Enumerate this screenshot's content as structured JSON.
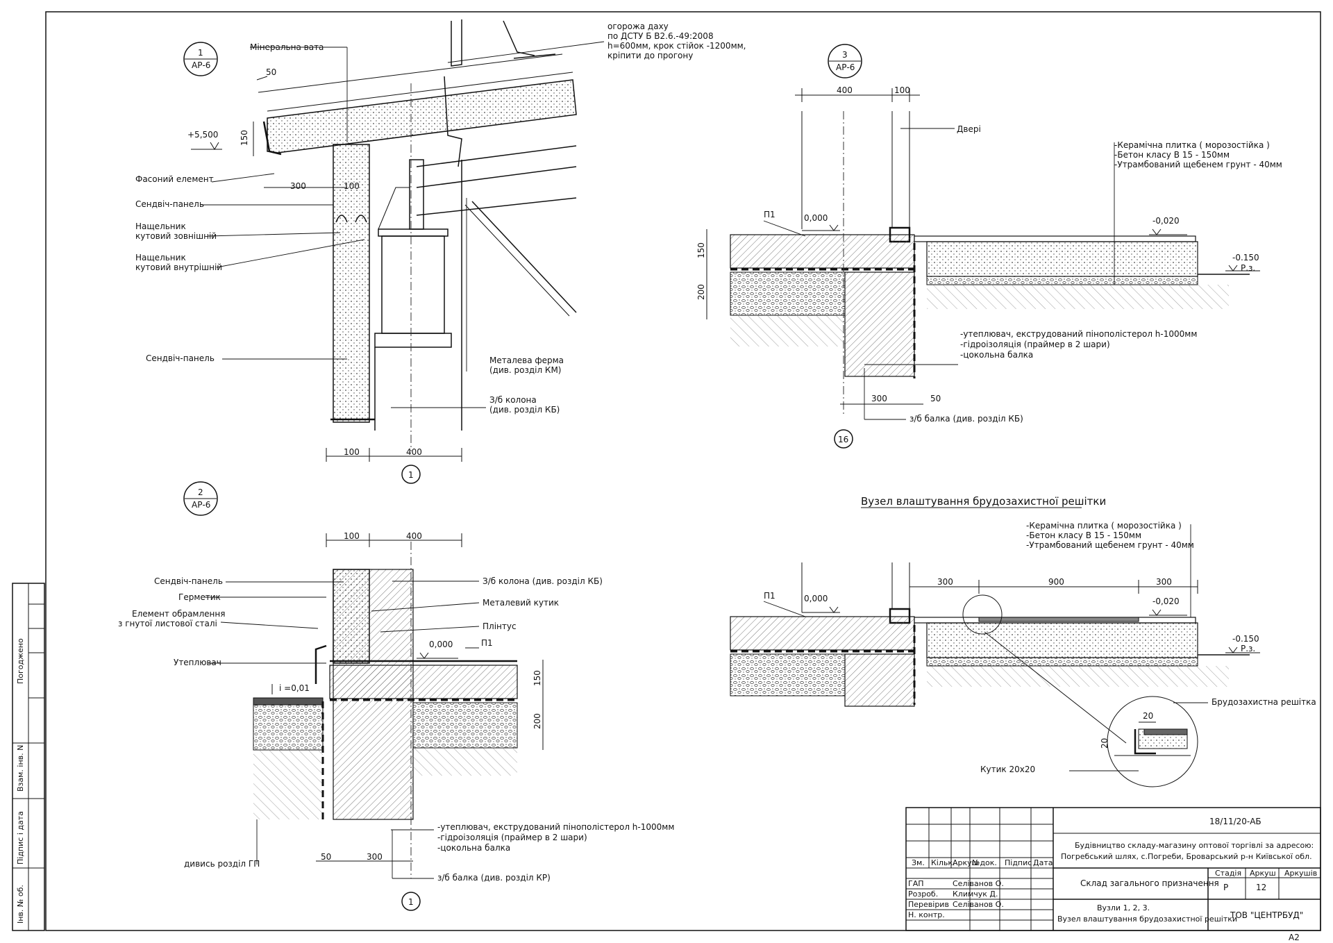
{
  "sheet_format": "A2",
  "side_stamps": [
    "Погоджено",
    "Взам. інв. N",
    "Підпис і дата",
    "Інв. № об."
  ],
  "node1": {
    "badge": {
      "num": "1",
      "sheet": "АР-6"
    },
    "axis": "1",
    "level": "+5,500",
    "dims": {
      "d50": "50",
      "d150": "150",
      "d300": "300",
      "d100": "100",
      "d100b": "100",
      "d400": "400"
    },
    "notes": {
      "mineral_wool": "Мінеральна вата",
      "roof_fence_1": "огорожа даху",
      "roof_fence_2": "по ДСТУ Б В2.6.-49:2008",
      "roof_fence_3": "h=600мм, крок стійок -1200мм,",
      "roof_fence_4": "кріпити до прогону",
      "shaped_elem": "Фасоний елемент",
      "sandwich_top": "Сендвіч-панель",
      "trim_out_1": "Нащельник",
      "trim_out_2": "кутовий зовнішній",
      "trim_in_1": "Нащельник",
      "trim_in_2": "кутовий внутрішній",
      "sandwich_wall": "Сендвіч-панель",
      "truss_1": "Металева ферма",
      "truss_2": "(див. розділ КМ)",
      "column_1": "З/б колона",
      "column_2": "(див. розділ КБ)"
    }
  },
  "node2": {
    "badge": {
      "num": "2",
      "sheet": "АР-6"
    },
    "axis": "1",
    "level": "0,000",
    "slope": "i =0,01",
    "dims": {
      "d100": "100",
      "d400": "400",
      "d150": "150",
      "d200": "200",
      "d50": "50",
      "d300": "300"
    },
    "notes": {
      "sandwich": "Сендвіч-панель",
      "sealant": "Герметик",
      "frame_1": "Елемент обрамлення",
      "frame_2": "з гнутої листової сталі",
      "insulation": "Утеплювач",
      "column": "З/б колона (див. розділ КБ)",
      "corner": "Металевий кутик",
      "plinth": "Плінтус",
      "p1": "П1",
      "layer1": "-утеплювач, екструдований пінополістерол  h-1000мм",
      "layer2": "-гідроізоляція (праймер в 2 шари)",
      "layer3": "-цокольна балка",
      "see_gp": "дивись розділ ГП",
      "beam": "з/б балка (див. розділ КР)"
    }
  },
  "node3": {
    "badge": {
      "num": "3",
      "sheet": "АР-6"
    },
    "axis": "16",
    "levels": {
      "zero": "0,000",
      "m020": "-0,020",
      "m150": "-0.150",
      "rz": "Р.з."
    },
    "dims": {
      "d400": "400",
      "d100": "100",
      "d150": "150",
      "d200": "200",
      "d300": "300",
      "d50": "50"
    },
    "notes": {
      "door": "Двері",
      "p1": "П1",
      "spec1": "-Керамічна плитка ( морозостійка )",
      "spec2": "-Бетон класу В 15 - 150мм",
      "spec3": "-Утрамбований щебенем грунт - 40мм",
      "layer1": "-утеплювач, екструдований пінополістерол  h-1000мм",
      "layer2": "-гідроізоляція (праймер в 2 шари)",
      "layer3": "-цокольна балка",
      "beam": "з/б балка (див. розділ КБ)"
    }
  },
  "node4": {
    "title": "Вузел влаштування брудозахистної решітки",
    "levels": {
      "zero": "0,000",
      "m020": "-0,020",
      "m150": "-0.150",
      "rz": "Р.з."
    },
    "dims": {
      "d300a": "300",
      "d900": "900",
      "d300b": "300",
      "d20a": "20",
      "d20b": "20"
    },
    "notes": {
      "p1": "П1",
      "spec1": "-Керамічна плитка ( морозостійка )",
      "spec2": "-Бетон класу В 15 - 150мм",
      "spec3": "-Утрамбований щебенем грунт - 40мм",
      "grate": "Брудозахистна решітка",
      "corner": "Кутик 20х20"
    }
  },
  "title_block": {
    "doc_code": "18/11/20-АБ",
    "project_1": "Будівництво складу-магазину оптової торгівлі за адресою:",
    "project_2": "Погребський шлях, с.Погреби, Броварський р-н Київської обл.",
    "headers": [
      "Зм.",
      "Кільк.",
      "Аркуш",
      "№док.",
      "Підпис",
      "Дата"
    ],
    "roles": [
      {
        "role": "ГАП",
        "name": "Селіванов О."
      },
      {
        "role": "Розроб.",
        "name": "Климчук Д."
      },
      {
        "role": "Перевірив",
        "name": "Селіванов О."
      },
      {
        "role": "Н. контр.",
        "name": ""
      }
    ],
    "building": "Склад загального призначення",
    "stage_h": "Стадія",
    "sheet_h": "Аркуш",
    "sheets_h": "Аркушів",
    "stage": "Р",
    "sheet": "12",
    "sheets": "",
    "content_1": "Вузли 1, 2, 3.",
    "content_2": "Вузел влаштування брудозахистної решітки",
    "company": "ТОВ \"ЦЕНТРБУД\""
  }
}
